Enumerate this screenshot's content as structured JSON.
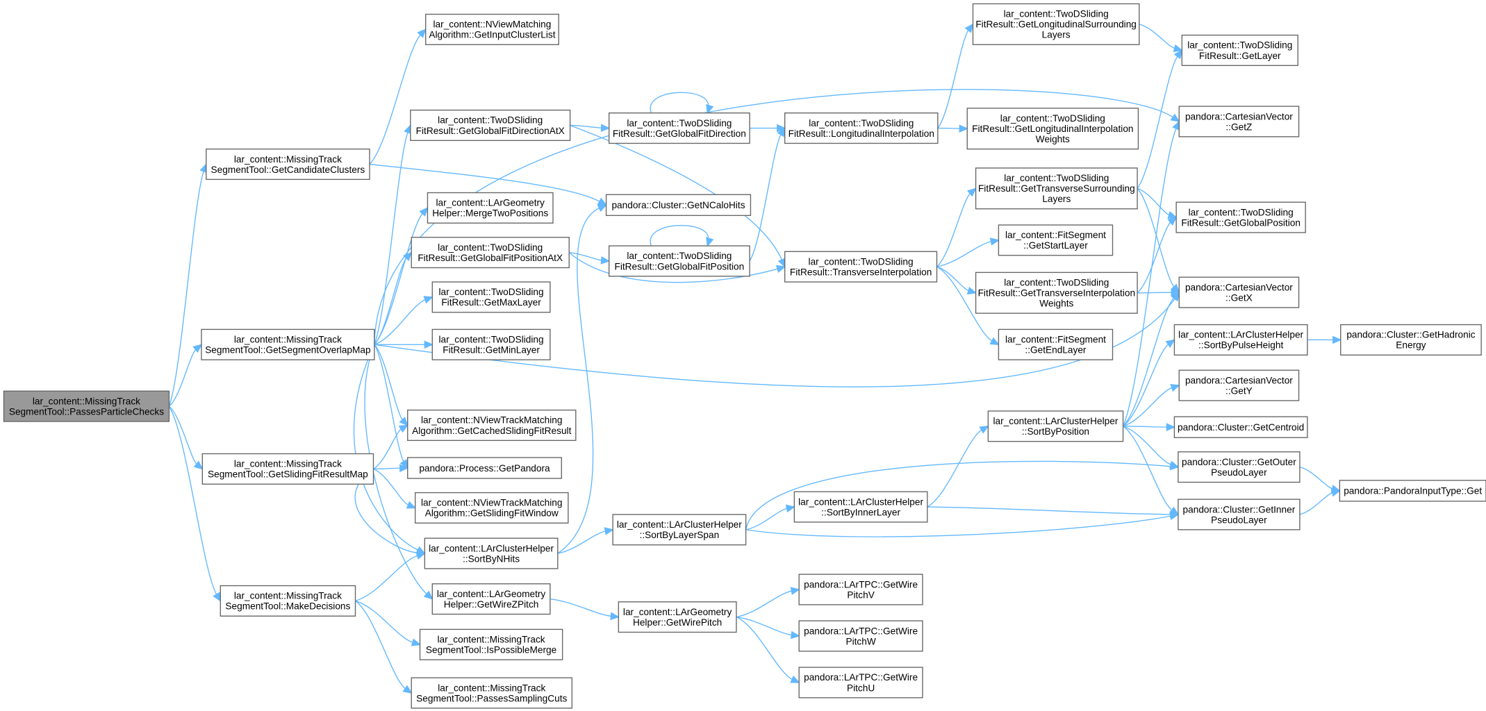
{
  "graph": {
    "nodes": [
      {
        "id": "passes_particle_checks",
        "lines": [
          "lar_content::MissingTrack",
          "SegmentTool::PassesParticleChecks"
        ],
        "root": true
      },
      {
        "id": "get_candidate_clusters",
        "lines": [
          "lar_content::MissingTrack",
          "SegmentTool::GetCandidateClusters"
        ]
      },
      {
        "id": "get_segment_overlap_map",
        "lines": [
          "lar_content::MissingTrack",
          "SegmentTool::GetSegmentOverlapMap"
        ]
      },
      {
        "id": "get_sliding_fit_result_map",
        "lines": [
          "lar_content::MissingTrack",
          "SegmentTool::GetSlidingFitResultMap"
        ]
      },
      {
        "id": "make_decisions",
        "lines": [
          "lar_content::MissingTrack",
          "SegmentTool::MakeDecisions"
        ]
      },
      {
        "id": "nview_get_input_cluster_list",
        "lines": [
          "lar_content::NViewMatching",
          "Algorithm::GetInputClusterList"
        ]
      },
      {
        "id": "get_global_fit_direction_at_x",
        "lines": [
          "lar_content::TwoDSliding",
          "FitResult::GetGlobalFitDirectionAtX"
        ]
      },
      {
        "id": "merge_two_positions",
        "lines": [
          "lar_content::LArGeometry",
          "Helper::MergeTwoPositions"
        ]
      },
      {
        "id": "get_global_fit_position_at_x",
        "lines": [
          "lar_content::TwoDSliding",
          "FitResult::GetGlobalFitPositionAtX"
        ]
      },
      {
        "id": "get_max_layer",
        "lines": [
          "lar_content::TwoDSliding",
          "FitResult::GetMaxLayer"
        ]
      },
      {
        "id": "get_min_layer",
        "lines": [
          "lar_content::TwoDSliding",
          "FitResult::GetMinLayer"
        ]
      },
      {
        "id": "get_cached_sliding_fit_result",
        "lines": [
          "lar_content::NViewTrackMatching",
          "Algorithm::GetCachedSlidingFitResult"
        ]
      },
      {
        "id": "get_pandora",
        "lines": [
          "pandora::Process::GetPandora"
        ]
      },
      {
        "id": "get_sliding_fit_window",
        "lines": [
          "lar_content::NViewTrackMatching",
          "Algorithm::GetSlidingFitWindow"
        ]
      },
      {
        "id": "sort_by_n_hits",
        "lines": [
          "lar_content::LArClusterHelper",
          "::SortByNHits"
        ]
      },
      {
        "id": "get_wire_z_pitch",
        "lines": [
          "lar_content::LArGeometry",
          "Helper::GetWireZPitch"
        ]
      },
      {
        "id": "is_possible_merge",
        "lines": [
          "lar_content::MissingTrack",
          "SegmentTool::IsPossibleMerge"
        ]
      },
      {
        "id": "passes_sampling_cuts",
        "lines": [
          "lar_content::MissingTrack",
          "SegmentTool::PassesSamplingCuts"
        ]
      },
      {
        "id": "get_global_fit_direction",
        "lines": [
          "lar_content::TwoDSliding",
          "FitResult::GetGlobalFitDirection"
        ]
      },
      {
        "id": "cluster_get_n_calo_hits",
        "lines": [
          "pandora::Cluster::GetNCaloHits"
        ]
      },
      {
        "id": "get_global_fit_position",
        "lines": [
          "lar_content::TwoDSliding",
          "FitResult::GetGlobalFitPosition"
        ]
      },
      {
        "id": "sort_by_layer_span",
        "lines": [
          "lar_content::LArClusterHelper",
          "::SortByLayerSpan"
        ]
      },
      {
        "id": "get_wire_pitch",
        "lines": [
          "lar_content::LArGeometry",
          "Helper::GetWirePitch"
        ]
      },
      {
        "id": "longitudinal_interpolation",
        "lines": [
          "lar_content::TwoDSliding",
          "FitResult::LongitudinalInterpolation"
        ]
      },
      {
        "id": "transverse_interpolation",
        "lines": [
          "lar_content::TwoDSliding",
          "FitResult::TransverseInterpolation"
        ]
      },
      {
        "id": "sort_by_inner_layer",
        "lines": [
          "lar_content::LArClusterHelper",
          "::SortByInnerLayer"
        ]
      },
      {
        "id": "get_wire_pitch_v",
        "lines": [
          "pandora::LArTPC::GetWire",
          "PitchV"
        ]
      },
      {
        "id": "get_wire_pitch_w",
        "lines": [
          "pandora::LArTPC::GetWire",
          "PitchW"
        ]
      },
      {
        "id": "get_wire_pitch_u",
        "lines": [
          "pandora::LArTPC::GetWire",
          "PitchU"
        ]
      },
      {
        "id": "get_longitudinal_surrounding_layers",
        "lines": [
          "lar_content::TwoDSliding",
          "FitResult::GetLongitudinalSurrounding",
          "Layers"
        ]
      },
      {
        "id": "get_longitudinal_interpolation_weights",
        "lines": [
          "lar_content::TwoDSliding",
          "FitResult::GetLongitudinalInterpolation",
          "Weights"
        ]
      },
      {
        "id": "get_transverse_surrounding_layers",
        "lines": [
          "lar_content::TwoDSliding",
          "FitResult::GetTransverseSurrounding",
          "Layers"
        ]
      },
      {
        "id": "fit_segment_get_start_layer",
        "lines": [
          "lar_content::FitSegment",
          "::GetStartLayer"
        ]
      },
      {
        "id": "get_transverse_interpolation_weights",
        "lines": [
          "lar_content::TwoDSliding",
          "FitResult::GetTransverseInterpolation",
          "Weights"
        ]
      },
      {
        "id": "fit_segment_get_end_layer",
        "lines": [
          "lar_content::FitSegment",
          "::GetEndLayer"
        ]
      },
      {
        "id": "sort_by_position",
        "lines": [
          "lar_content::LArClusterHelper",
          "::SortByPosition"
        ]
      },
      {
        "id": "get_layer",
        "lines": [
          "lar_content::TwoDSliding",
          "FitResult::GetLayer"
        ]
      },
      {
        "id": "cartesian_get_z",
        "lines": [
          "pandora::CartesianVector",
          "::GetZ"
        ]
      },
      {
        "id": "get_global_position",
        "lines": [
          "lar_content::TwoDSliding",
          "FitResult::GetGlobalPosition"
        ]
      },
      {
        "id": "cartesian_get_x",
        "lines": [
          "pandora::CartesianVector",
          "::GetX"
        ]
      },
      {
        "id": "sort_by_pulse_height",
        "lines": [
          "lar_content::LArClusterHelper",
          "::SortByPulseHeight"
        ]
      },
      {
        "id": "cartesian_get_y",
        "lines": [
          "pandora::CartesianVector",
          "::GetY"
        ]
      },
      {
        "id": "cluster_get_centroid",
        "lines": [
          "pandora::Cluster::GetCentroid"
        ]
      },
      {
        "id": "cluster_get_outer_pseudo_layer",
        "lines": [
          "pandora::Cluster::GetOuter",
          "PseudoLayer"
        ]
      },
      {
        "id": "cluster_get_inner_pseudo_layer",
        "lines": [
          "pandora::Cluster::GetInner",
          "PseudoLayer"
        ]
      },
      {
        "id": "cluster_get_hadronic_energy",
        "lines": [
          "pandora::Cluster::GetHadronic",
          "Energy"
        ]
      },
      {
        "id": "pandora_input_type_get",
        "lines": [
          "pandora::PandoraInputType::Get"
        ]
      }
    ],
    "edges": [
      [
        "passes_particle_checks",
        "get_candidate_clusters"
      ],
      [
        "passes_particle_checks",
        "get_segment_overlap_map"
      ],
      [
        "passes_particle_checks",
        "get_sliding_fit_result_map"
      ],
      [
        "passes_particle_checks",
        "make_decisions"
      ],
      [
        "get_candidate_clusters",
        "nview_get_input_cluster_list"
      ],
      [
        "get_candidate_clusters",
        "cluster_get_n_calo_hits"
      ],
      [
        "get_segment_overlap_map",
        "cartesian_get_z"
      ],
      [
        "get_segment_overlap_map",
        "get_global_fit_direction_at_x"
      ],
      [
        "get_segment_overlap_map",
        "merge_two_positions"
      ],
      [
        "get_segment_overlap_map",
        "get_global_fit_position_at_x"
      ],
      [
        "get_segment_overlap_map",
        "get_max_layer"
      ],
      [
        "get_segment_overlap_map",
        "get_min_layer"
      ],
      [
        "get_segment_overlap_map",
        "get_cached_sliding_fit_result"
      ],
      [
        "get_segment_overlap_map",
        "get_pandora"
      ],
      [
        "get_segment_overlap_map",
        "sort_by_n_hits"
      ],
      [
        "get_segment_overlap_map",
        "get_wire_z_pitch"
      ],
      [
        "get_segment_overlap_map",
        "cartesian_get_x"
      ],
      [
        "get_sliding_fit_result_map",
        "get_cached_sliding_fit_result"
      ],
      [
        "get_sliding_fit_result_map",
        "get_pandora"
      ],
      [
        "get_sliding_fit_result_map",
        "get_sliding_fit_window"
      ],
      [
        "get_sliding_fit_result_map",
        "sort_by_n_hits"
      ],
      [
        "make_decisions",
        "sort_by_n_hits"
      ],
      [
        "make_decisions",
        "is_possible_merge"
      ],
      [
        "make_decisions",
        "passes_sampling_cuts"
      ],
      [
        "get_global_fit_direction_at_x",
        "get_global_fit_direction"
      ],
      [
        "get_global_fit_direction_at_x",
        "transverse_interpolation"
      ],
      [
        "get_global_fit_position_at_x",
        "get_global_fit_position"
      ],
      [
        "get_global_fit_position_at_x",
        "transverse_interpolation"
      ],
      [
        "sort_by_n_hits",
        "cluster_get_n_calo_hits"
      ],
      [
        "sort_by_n_hits",
        "sort_by_layer_span"
      ],
      [
        "get_wire_z_pitch",
        "get_wire_pitch"
      ],
      [
        "get_global_fit_direction",
        "get_global_fit_direction"
      ],
      [
        "get_global_fit_direction",
        "longitudinal_interpolation"
      ],
      [
        "get_global_fit_position",
        "get_global_fit_position"
      ],
      [
        "get_global_fit_position",
        "longitudinal_interpolation"
      ],
      [
        "sort_by_layer_span",
        "cluster_get_outer_pseudo_layer"
      ],
      [
        "sort_by_layer_span",
        "sort_by_inner_layer"
      ],
      [
        "sort_by_layer_span",
        "cluster_get_inner_pseudo_layer"
      ],
      [
        "get_wire_pitch",
        "get_wire_pitch_v"
      ],
      [
        "get_wire_pitch",
        "get_wire_pitch_w"
      ],
      [
        "get_wire_pitch",
        "get_wire_pitch_u"
      ],
      [
        "longitudinal_interpolation",
        "get_longitudinal_surrounding_layers"
      ],
      [
        "longitudinal_interpolation",
        "get_longitudinal_interpolation_weights"
      ],
      [
        "transverse_interpolation",
        "get_transverse_surrounding_layers"
      ],
      [
        "transverse_interpolation",
        "fit_segment_get_start_layer"
      ],
      [
        "transverse_interpolation",
        "get_transverse_interpolation_weights"
      ],
      [
        "transverse_interpolation",
        "fit_segment_get_end_layer"
      ],
      [
        "sort_by_inner_layer",
        "sort_by_position"
      ],
      [
        "sort_by_inner_layer",
        "cluster_get_inner_pseudo_layer"
      ],
      [
        "get_longitudinal_surrounding_layers",
        "get_layer"
      ],
      [
        "get_transverse_surrounding_layers",
        "get_layer"
      ],
      [
        "get_transverse_surrounding_layers",
        "get_global_position"
      ],
      [
        "get_transverse_surrounding_layers",
        "cartesian_get_x"
      ],
      [
        "get_transverse_interpolation_weights",
        "get_global_position"
      ],
      [
        "get_transverse_interpolation_weights",
        "cartesian_get_x"
      ],
      [
        "sort_by_position",
        "cartesian_get_z"
      ],
      [
        "sort_by_position",
        "cartesian_get_x"
      ],
      [
        "sort_by_position",
        "sort_by_pulse_height"
      ],
      [
        "sort_by_position",
        "cartesian_get_y"
      ],
      [
        "sort_by_position",
        "cluster_get_centroid"
      ],
      [
        "sort_by_position",
        "cluster_get_outer_pseudo_layer"
      ],
      [
        "sort_by_position",
        "cluster_get_inner_pseudo_layer"
      ],
      [
        "sort_by_pulse_height",
        "cluster_get_hadronic_energy"
      ],
      [
        "cluster_get_outer_pseudo_layer",
        "pandora_input_type_get"
      ],
      [
        "cluster_get_inner_pseudo_layer",
        "pandora_input_type_get"
      ]
    ]
  },
  "colors": {
    "edge": "#63b8ff",
    "node_border": "#666666",
    "node_fill": "#ffffff",
    "root_fill": "#999999",
    "background": "#ffffff"
  }
}
